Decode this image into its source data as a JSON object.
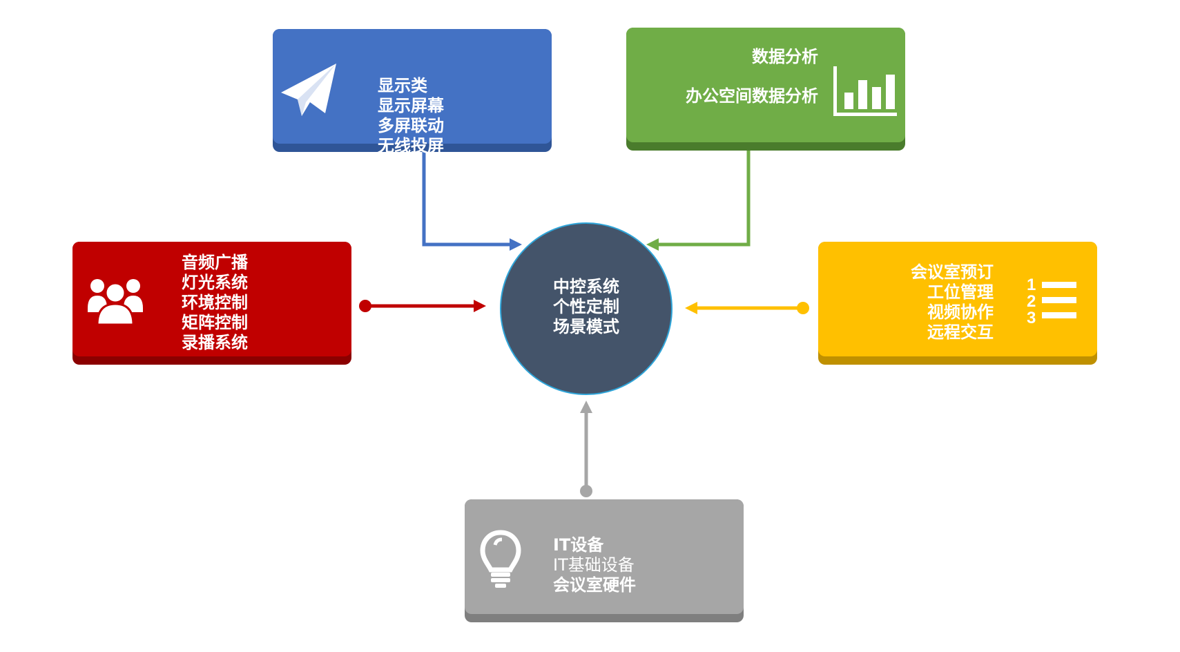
{
  "hub": {
    "lines": [
      "中控系统",
      "个性定制",
      "场景模式"
    ],
    "color": "#44546a",
    "border_color": "#2fa5d9"
  },
  "boxes": {
    "display": {
      "icon": "paper-plane-icon",
      "color": "#4472c4",
      "lines": [
        "显示类",
        "显示屏幕",
        "多屏联动",
        "无线投屏"
      ]
    },
    "data": {
      "icon": "bar-chart-icon",
      "color": "#70ad47",
      "lines": [
        "数据分析",
        "办公空间数据分析"
      ]
    },
    "audio": {
      "icon": "user-group-icon",
      "color": "#c00000",
      "lines": [
        "音频广播",
        "灯光系统",
        "环境控制",
        "矩阵控制",
        "录播系统"
      ]
    },
    "meeting": {
      "icon": "numbered-list-icon",
      "color": "#ffc000",
      "lines": [
        "会议室预订",
        "工位管理",
        "视频协作",
        "远程交互"
      ]
    },
    "it": {
      "icon": "light-bulb-icon",
      "color": "#a6a6a6",
      "lines": [
        "IT设备",
        "IT基础设备",
        "会议室硬件"
      ]
    }
  },
  "connectors": [
    {
      "from": "display",
      "to": "hub",
      "color": "#4472c4"
    },
    {
      "from": "data",
      "to": "hub",
      "color": "#70ad47"
    },
    {
      "from": "audio",
      "to": "hub",
      "color": "#c00000"
    },
    {
      "from": "meeting",
      "to": "hub",
      "color": "#ffc000"
    },
    {
      "from": "it",
      "to": "hub",
      "color": "#a6a6a6"
    }
  ]
}
